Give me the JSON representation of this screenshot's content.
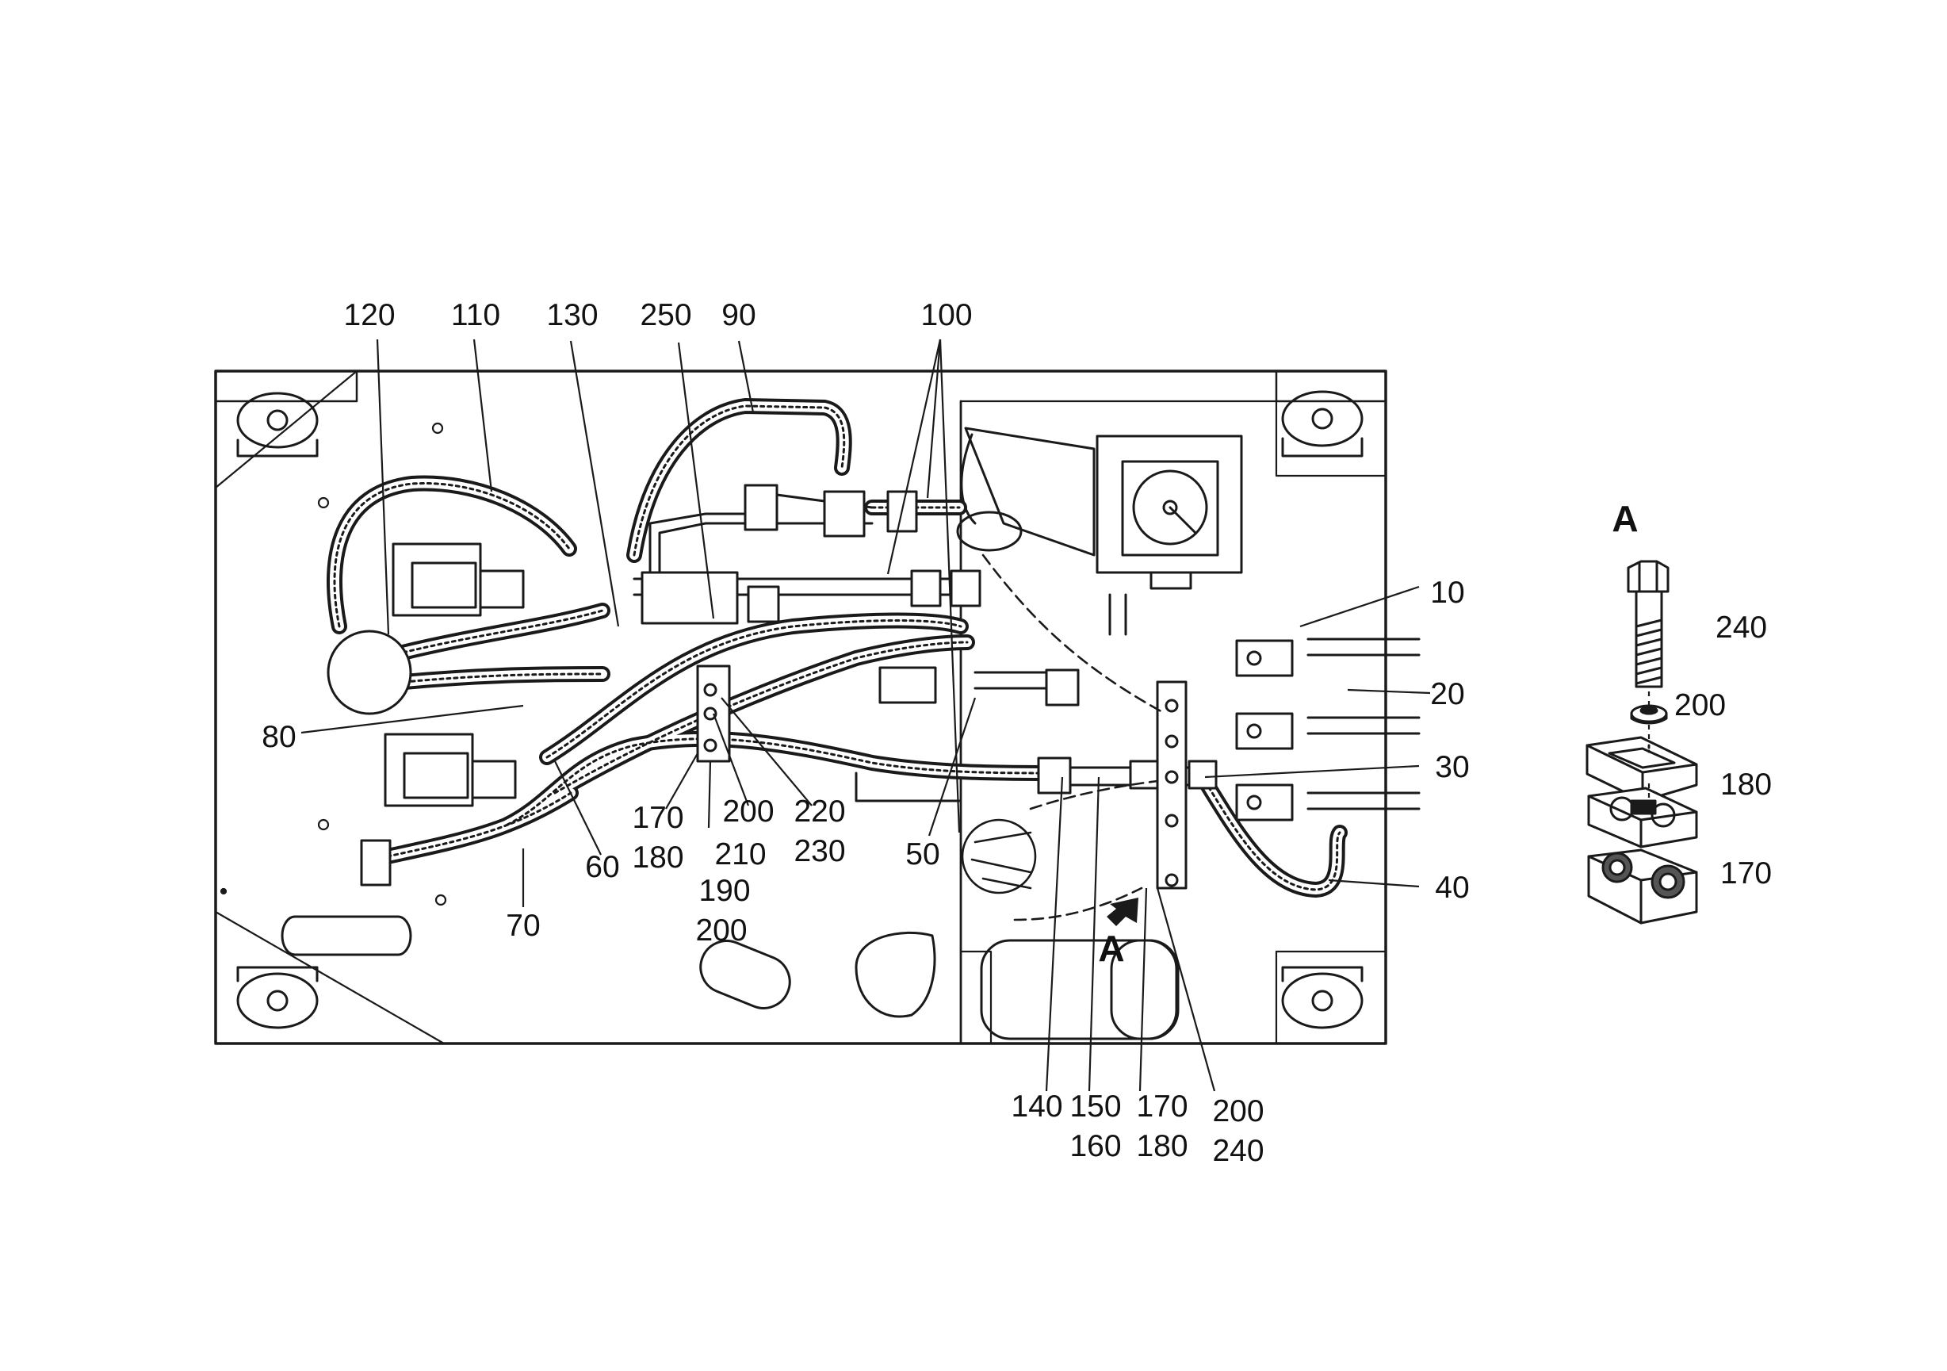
{
  "drawing": {
    "main_view": {
      "callouts": {
        "top": [
          "120",
          "110",
          "130",
          "250",
          "90",
          "100"
        ],
        "left": [
          "80"
        ],
        "lower": [
          [
            "60"
          ],
          [
            "70"
          ],
          [
            "170",
            "180"
          ],
          [
            "200",
            "210",
            "190",
            "200"
          ],
          [
            "220",
            "230"
          ],
          [
            "50"
          ]
        ],
        "right": [
          "10",
          "20",
          "30",
          "40"
        ],
        "bottom": [
          [
            "140"
          ],
          [
            "150",
            "160"
          ],
          [
            "170",
            "180"
          ],
          [
            "200",
            "240"
          ]
        ],
        "view_marker": "A"
      }
    },
    "detail_view": {
      "title": "A",
      "callouts": [
        "240",
        "200",
        "180",
        "170"
      ]
    }
  }
}
